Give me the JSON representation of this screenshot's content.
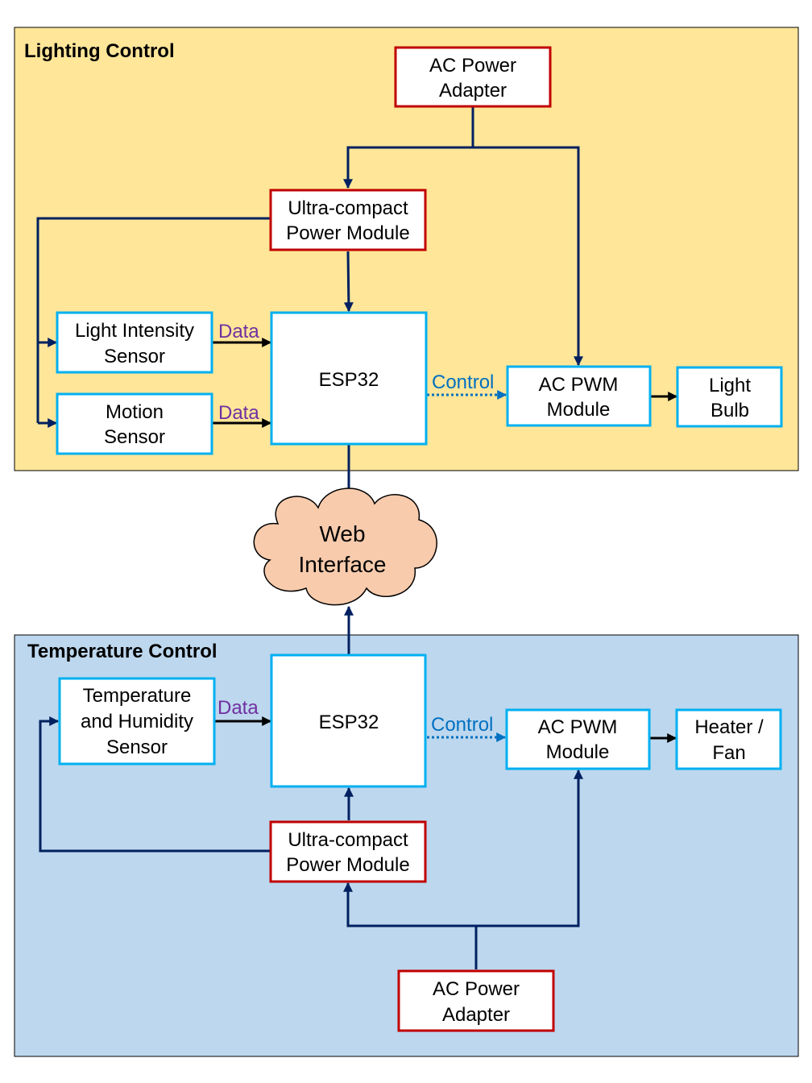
{
  "regions": {
    "lighting": {
      "title": "Lighting Control",
      "color": "#ffe699"
    },
    "temperature": {
      "title": "Temperature Control",
      "color": "#bdd7ee"
    }
  },
  "lighting": {
    "ac_adapter": [
      "AC Power",
      "Adapter"
    ],
    "power_module": [
      "Ultra-compact",
      "Power Module"
    ],
    "light_sensor": [
      "Light Intensity",
      "Sensor"
    ],
    "motion_sensor": [
      "Motion",
      "Sensor"
    ],
    "esp32": "ESP32",
    "pwm_module": [
      "AC PWM",
      "Module"
    ],
    "light_bulb": [
      "Light",
      "Bulb"
    ],
    "data_label_1": "Data",
    "data_label_2": "Data",
    "control_label": "Control"
  },
  "web": {
    "label": [
      "Web",
      "Interface"
    ],
    "color": "#f8cbad"
  },
  "temperature": {
    "temp_sensor": [
      "Temperature",
      "and Humidity",
      "Sensor"
    ],
    "esp32": "ESP32",
    "pwm_module": [
      "AC PWM",
      "Module"
    ],
    "heater_fan": [
      "Heater /",
      "Fan"
    ],
    "power_module": [
      "Ultra-compact",
      "Power Module"
    ],
    "ac_adapter": [
      "AC Power",
      "Adapter"
    ],
    "data_label": "Data",
    "control_label": "Control"
  },
  "colors": {
    "power_border": "#c00000",
    "component_border": "#00b0f0",
    "wire": "#002060",
    "data_text": "#7030a0",
    "control_text": "#0070c0"
  }
}
